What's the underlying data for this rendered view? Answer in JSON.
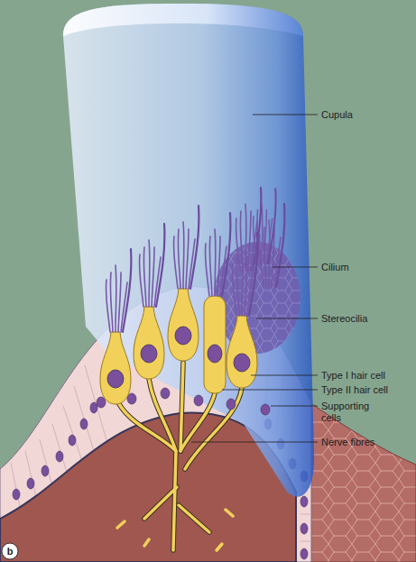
{
  "diagram": {
    "labels": [
      "Cupula",
      "Cilium",
      "Stereocilia",
      "Type I hair cell",
      "Type II hair cell",
      "Supporting cells",
      "Nerve fibres",
      "b"
    ]
  }
}
